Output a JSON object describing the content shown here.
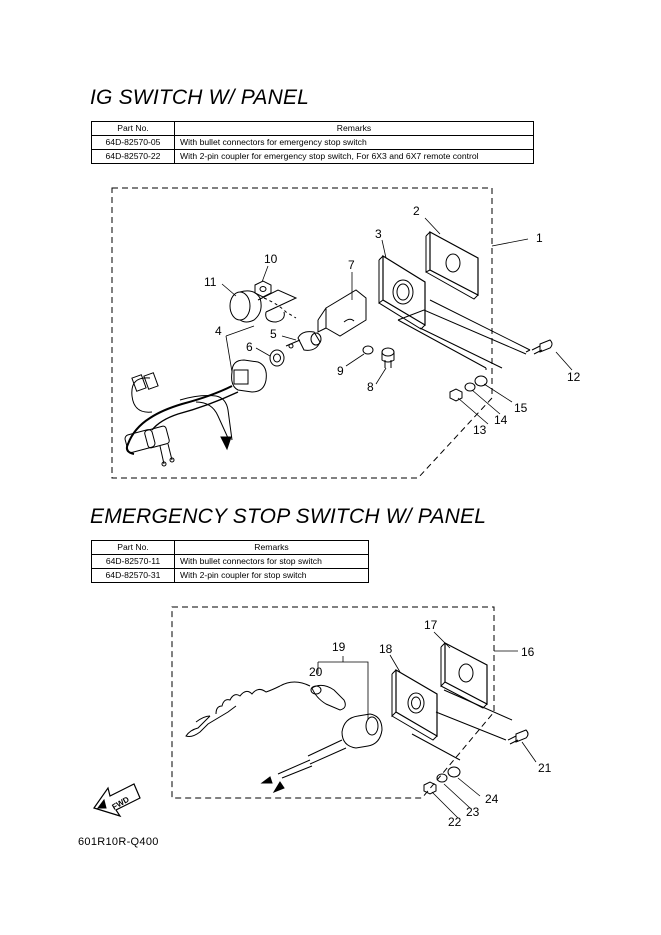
{
  "sections": [
    {
      "title": "IG SWITCH W/ PANEL",
      "table": {
        "headers": [
          "Part No.",
          "Remarks"
        ],
        "rows": [
          {
            "part_no": "64D-82570-05",
            "remarks": "With bullet connectors for emergency stop switch"
          },
          {
            "part_no": "64D-82570-22",
            "remarks": "With 2-pin coupler for emergency stop switch, For 6X3 and 6X7 remote control"
          }
        ]
      },
      "callouts": [
        "1",
        "2",
        "3",
        "4",
        "5",
        "6",
        "7",
        "8",
        "9",
        "10",
        "11",
        "12",
        "13",
        "14",
        "15"
      ]
    },
    {
      "title": "EMERGENCY STOP SWITCH W/ PANEL",
      "table": {
        "headers": [
          "Part No.",
          "Remarks"
        ],
        "rows": [
          {
            "part_no": "64D-82570-11",
            "remarks": "With bullet connectors for stop switch"
          },
          {
            "part_no": "64D-82570-31",
            "remarks": "With 2-pin coupler for stop switch"
          }
        ]
      },
      "callouts": [
        "16",
        "17",
        "18",
        "19",
        "20",
        "21",
        "22",
        "23",
        "24"
      ]
    }
  ],
  "fwd_label": "FWD",
  "drawing_code": "601R10R-Q400"
}
